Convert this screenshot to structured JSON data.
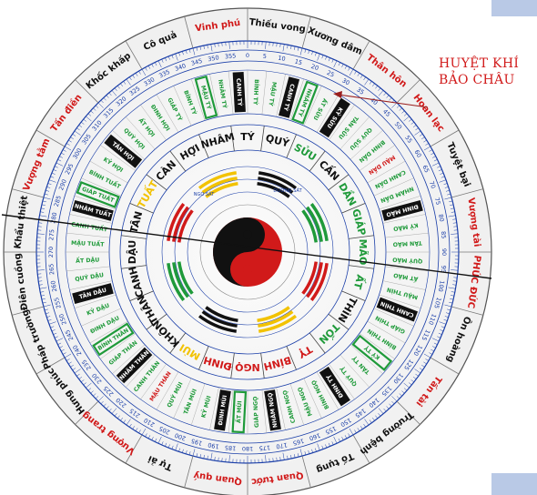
{
  "annotation": {
    "line1": "HUYỆT KHÍ",
    "line2": "BẢO CHÂU",
    "color": "#d11a1a"
  },
  "colors": {
    "red": "#d11a1a",
    "green": "#1f9a3a",
    "blue": "#1a3ea8",
    "black": "#111111",
    "yellow": "#f2c200"
  },
  "outer_ring": [
    {
      "text": "Vinh phú",
      "color": "red"
    },
    {
      "text": "Thiếu vong",
      "color": "black"
    },
    {
      "text": "Xương dâm",
      "color": "black"
    },
    {
      "text": "Thân hôn",
      "color": "red"
    },
    {
      "text": "Hoan lạc",
      "color": "red"
    },
    {
      "text": "Tuyệt bại",
      "color": "black"
    },
    {
      "text": "Vượng tài",
      "color": "red"
    },
    {
      "text": "PHÚC ĐỨC",
      "color": "red"
    },
    {
      "text": "Ôn hoàng",
      "color": "black"
    },
    {
      "text": "Tấn tài",
      "color": "red"
    },
    {
      "text": "Trường bệnh",
      "color": "black"
    },
    {
      "text": "Tố tụng",
      "color": "black"
    },
    {
      "text": "Quan tước",
      "color": "red"
    },
    {
      "text": "Quan quý",
      "color": "red"
    },
    {
      "text": "Tự ải",
      "color": "black"
    },
    {
      "text": "Vượng trang",
      "color": "red"
    },
    {
      "text": "Hưng phúc",
      "color": "black"
    },
    {
      "text": "Pháp trường",
      "color": "black"
    },
    {
      "text": "Điên cuồng",
      "color": "black"
    },
    {
      "text": "Khẩu thiệt",
      "color": "black"
    },
    {
      "text": "Vượng tằm",
      "color": "red"
    },
    {
      "text": "Tấn điền",
      "color": "red"
    },
    {
      "text": "Khốc khấp",
      "color": "black"
    },
    {
      "text": "Cô quả",
      "color": "black"
    }
  ],
  "degree_ring": [
    "315",
    "320",
    "325",
    "330",
    "335",
    "340",
    "345",
    "350",
    "355",
    "0",
    "5",
    "10",
    "15",
    "20",
    "25",
    "30",
    "35",
    "40",
    "45",
    "50",
    "55",
    "60",
    "65",
    "70",
    "75",
    "80",
    "85",
    "90",
    "95",
    "100",
    "105",
    "110",
    "115",
    "120",
    "125",
    "130",
    "135",
    "140",
    "145",
    "150",
    "155",
    "160",
    "165",
    "170",
    "175",
    "180",
    "185",
    "190",
    "195",
    "200",
    "205",
    "210",
    "215",
    "220",
    "225",
    "230",
    "235",
    "240",
    "245",
    "250",
    "255",
    "260",
    "265",
    "270",
    "275",
    "280",
    "285",
    "290",
    "295",
    "300",
    "305",
    "310"
  ],
  "sixty_ring": [
    {
      "text": "BÍNH TÝ",
      "color": "green"
    },
    {
      "text": "MẬU TÝ",
      "color": "green"
    },
    {
      "text": "CANH TÝ",
      "color": "black"
    },
    {
      "text": "NHÂM TÝ",
      "color": "green"
    },
    {
      "text": "ẤT SỬU",
      "color": "green"
    },
    {
      "text": "KỶ SỬU",
      "color": "black"
    },
    {
      "text": "TÂN SỬU",
      "color": "green"
    },
    {
      "text": "QUÝ SỬU",
      "color": "green"
    },
    {
      "text": "BÍNH DẦN",
      "color": "green"
    },
    {
      "text": "MẬU DẦN",
      "color": "red"
    },
    {
      "text": "CANH DẦN",
      "color": "green"
    },
    {
      "text": "NHÂM DẦN",
      "color": "green"
    },
    {
      "text": "ĐINH MÃO",
      "color": "black"
    },
    {
      "text": "KỶ MÃO",
      "color": "green"
    },
    {
      "text": "TÂN MÃO",
      "color": "green"
    },
    {
      "text": "QUÝ MÃO",
      "color": "green"
    },
    {
      "text": "ẤT MÃO",
      "color": "green"
    },
    {
      "text": "MẬU THÌN",
      "color": "green"
    },
    {
      "text": "CANH THÌN",
      "color": "black"
    },
    {
      "text": "GIÁP THÌN",
      "color": "green"
    },
    {
      "text": "BÍNH THÌN",
      "color": "green"
    },
    {
      "text": "KỶ TỴ",
      "color": "green"
    },
    {
      "text": "TÂN TỴ",
      "color": "green"
    },
    {
      "text": "QUÝ TỴ",
      "color": "green"
    },
    {
      "text": "ĐINH TỴ",
      "color": "black"
    },
    {
      "text": "BÍNH NGỌ",
      "color": "green"
    },
    {
      "text": "MẬU NGỌ",
      "color": "green"
    },
    {
      "text": "CANH NGỌ",
      "color": "green"
    },
    {
      "text": "NHÂM NGỌ",
      "color": "black"
    },
    {
      "text": "GIÁP NGỌ",
      "color": "green"
    },
    {
      "text": "ẤT MÙI",
      "color": "green"
    },
    {
      "text": "ĐINH MÙI",
      "color": "black"
    },
    {
      "text": "KỶ MÙI",
      "color": "green"
    },
    {
      "text": "TÂN MÙI",
      "color": "green"
    },
    {
      "text": "QUÝ MÙI",
      "color": "green"
    },
    {
      "text": "MẬU THÂN",
      "color": "red"
    },
    {
      "text": "CANH THÂN",
      "color": "green"
    },
    {
      "text": "NHÂM THÂN",
      "color": "black"
    },
    {
      "text": "GIÁP THÂN",
      "color": "green"
    },
    {
      "text": "BÍNH THÂN",
      "color": "green"
    },
    {
      "text": "ĐINH DẬU",
      "color": "green"
    },
    {
      "text": "KỶ DẬU",
      "color": "green"
    },
    {
      "text": "TÂN DẬU",
      "color": "black"
    },
    {
      "text": "QUÝ DẬU",
      "color": "green"
    },
    {
      "text": "ẤT DẬU",
      "color": "green"
    },
    {
      "text": "MẬU TUẤT",
      "color": "green"
    },
    {
      "text": "CANH TUẤT",
      "color": "green"
    },
    {
      "text": "NHÂM TUẤT",
      "color": "black"
    },
    {
      "text": "GIÁP TUẤT",
      "color": "green"
    },
    {
      "text": "BÍNH TUẤT",
      "color": "green"
    },
    {
      "text": "KỶ HỢI",
      "color": "green"
    },
    {
      "text": "TÂN HỢI",
      "color": "black"
    },
    {
      "text": "QUÝ HỢI",
      "color": "green"
    },
    {
      "text": "ẤT HỢI",
      "color": "green"
    },
    {
      "text": "ĐINH HỢI",
      "color": "green"
    },
    {
      "text": "GIÁP TÝ",
      "color": "green"
    },
    {
      "text": "BÍNH TÝ",
      "color": "green"
    },
    {
      "text": "MẬU TÝ",
      "color": "green"
    },
    {
      "text": "NHÂM TÝ",
      "color": "green"
    },
    {
      "text": "CANH TÝ",
      "color": "black"
    }
  ],
  "mountains": [
    {
      "text": "NHÂM",
      "color": "black"
    },
    {
      "text": "TÝ",
      "color": "black"
    },
    {
      "text": "QUÝ",
      "color": "black"
    },
    {
      "text": "SỬU",
      "color": "green"
    },
    {
      "text": "CẤN",
      "color": "black"
    },
    {
      "text": "DẦN",
      "color": "green"
    },
    {
      "text": "GIÁP",
      "color": "green"
    },
    {
      "text": "MÃO",
      "color": "green"
    },
    {
      "text": "ẤT",
      "color": "green"
    },
    {
      "text": "THÌN",
      "color": "black"
    },
    {
      "text": "TỐN",
      "color": "green"
    },
    {
      "text": "TỴ",
      "color": "red"
    },
    {
      "text": "BÍNH",
      "color": "red"
    },
    {
      "text": "NGỌ",
      "color": "red"
    },
    {
      "text": "ĐINH",
      "color": "red"
    },
    {
      "text": "MÙI",
      "color": "yellow"
    },
    {
      "text": "KHÔN",
      "color": "black"
    },
    {
      "text": "THÂN",
      "color": "black"
    },
    {
      "text": "CANH",
      "color": "black"
    },
    {
      "text": "DẬU",
      "color": "black"
    },
    {
      "text": "TÂN",
      "color": "black"
    },
    {
      "text": "TUẤT",
      "color": "yellow"
    },
    {
      "text": "CÀN",
      "color": "black"
    },
    {
      "text": "HỢI",
      "color": "black"
    }
  ],
  "center": {
    "left_label": "NGO SÁT",
    "right_label": "DƯƠNG SÁT"
  }
}
